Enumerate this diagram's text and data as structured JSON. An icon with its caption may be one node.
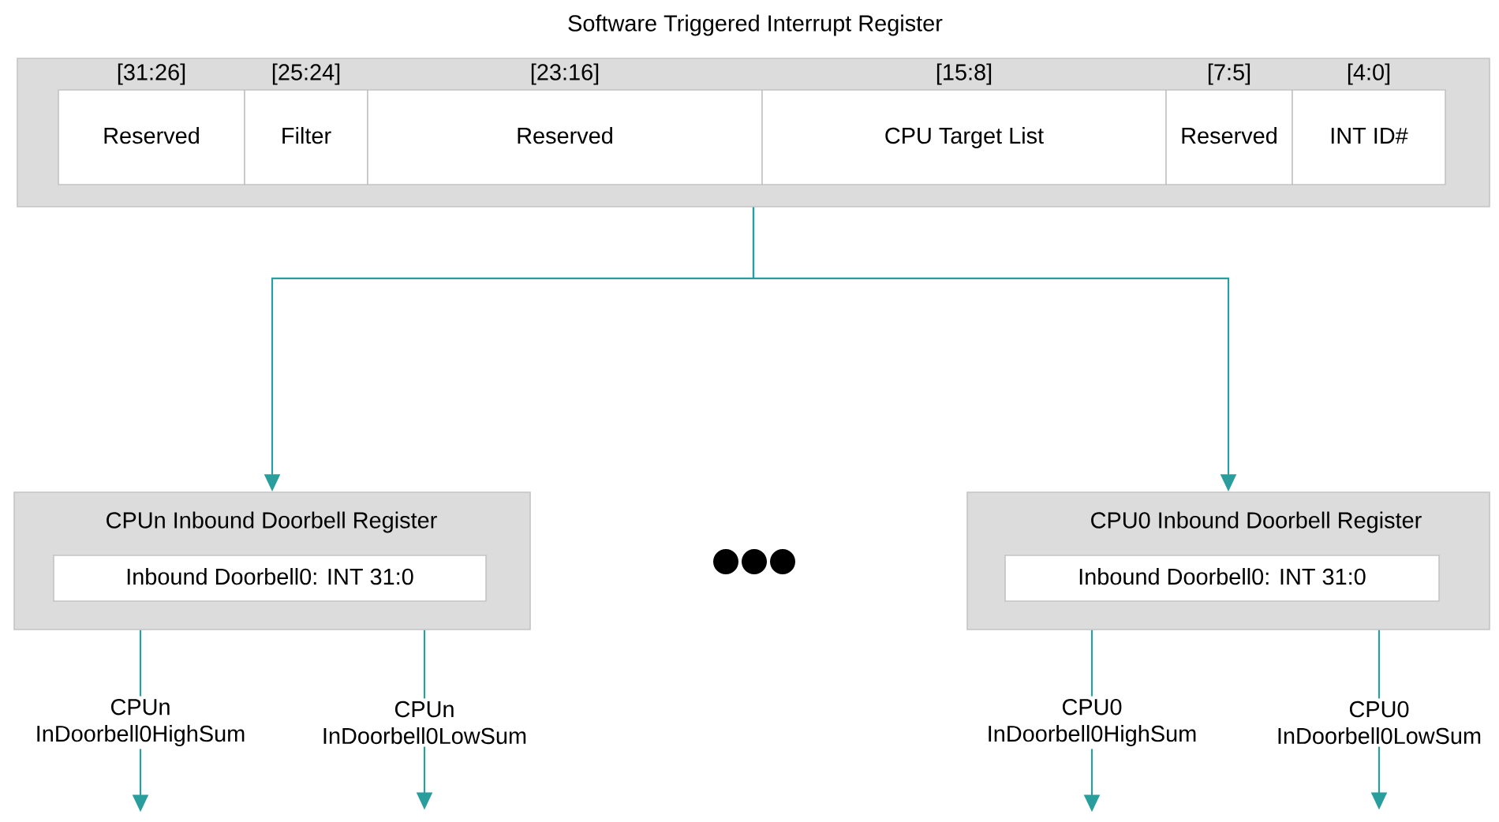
{
  "diagram": {
    "nodes": [
      {
        "text": [
          "Software Triggered Interrupt Register"
        ]
      },
      {
        "text": [
          "Reserved"
        ],
        "beside": [
          "[31:26]"
        ],
        "in": 0
      },
      {
        "text": [
          "Filter"
        ],
        "beside": [
          "[25:24]"
        ],
        "in": 0
      },
      {
        "text": [
          "Reserved"
        ],
        "beside": [
          "[23:16]"
        ],
        "in": 0
      },
      {
        "text": [
          "CPU Target List"
        ],
        "beside": [
          "[15:8]"
        ],
        "in": 0
      },
      {
        "text": [
          "Reserved"
        ],
        "beside": [
          "[7:5]"
        ],
        "in": 0
      },
      {
        "text": [
          "INT ID#"
        ],
        "beside": [
          "[4:0]"
        ],
        "in": 0
      },
      {
        "text": [
          "CPUn Inbound Doorbell Register"
        ]
      },
      {
        "text": [
          "Inbound Doorbell0: INT 31:0"
        ],
        "in": 7
      },
      {
        "text": [
          "CPU0 Inbound Doorbell Register"
        ]
      },
      {
        "text": [
          "Inbound Doorbell0: INT 31:0"
        ],
        "in": 9
      },
      {
        "text": [
          "CPUn InDoorbell0HighSum"
        ]
      },
      {
        "text": [
          "CPUn InDoorbell0LowSum"
        ]
      },
      {
        "text": [
          "CPU0 InDoorbell0HighSum"
        ]
      },
      {
        "text": [
          "CPU0 InDoorbell0LowSum"
        ]
      }
    ],
    "edges": [
      {
        "from": 0,
        "to": 7,
        "arrow": "to"
      },
      {
        "from": 0,
        "to": 9,
        "arrow": "to"
      },
      {
        "from": 7,
        "to": 11,
        "arrow": "none"
      },
      {
        "from": 11,
        "to": null,
        "arrow": "to"
      },
      {
        "from": 7,
        "to": 12,
        "arrow": "none"
      },
      {
        "from": 12,
        "to": null,
        "arrow": "to"
      },
      {
        "from": 9,
        "to": 13,
        "arrow": "none"
      },
      {
        "from": 13,
        "to": null,
        "arrow": "to"
      },
      {
        "from": 9,
        "to": 14,
        "arrow": "none"
      },
      {
        "from": 14,
        "to": null,
        "arrow": "to"
      }
    ]
  }
}
